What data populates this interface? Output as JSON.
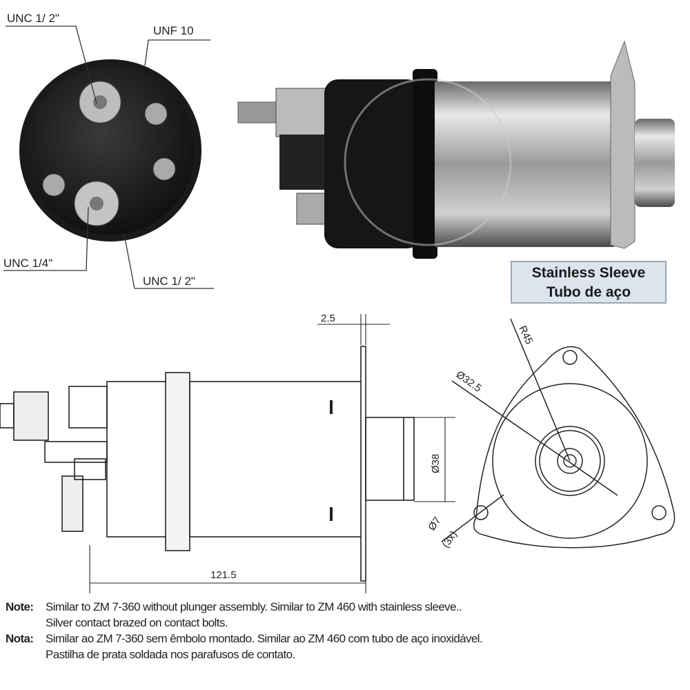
{
  "end_view_labels": {
    "top_left": "UNC 1/ 2\"",
    "top_right": "UNF 10",
    "bottom_left": "UNC 1/4\"",
    "bottom_right": "UNC 1/ 2\""
  },
  "sleeve_box": {
    "line1": "Stainless Sleeve",
    "line2": "Tubo de aço"
  },
  "dimensions": {
    "flange_thickness": "2.5",
    "overall_length": "121.5",
    "plunger_diameter": "Ø38",
    "flange_radius": "R45",
    "body_diameter": "Ø32.5",
    "hole_diameter": "Ø7",
    "hole_count": "(3x)"
  },
  "notes": {
    "en_label": "Note:",
    "en_line1": "Similar to ZM 7-360 without plunger assembly. Similar to ZM 460 with stainless sleeve..",
    "en_line2": "Silver contact brazed on contact bolts.",
    "pt_label": "Nota:",
    "pt_line1": "Similar ao ZM 7-360 sem êmbolo montado. Similar ao ZM 460 com tubo de aço inoxidável.",
    "pt_line2": "Pastilha de prata soldada nos parafusos de contato."
  }
}
